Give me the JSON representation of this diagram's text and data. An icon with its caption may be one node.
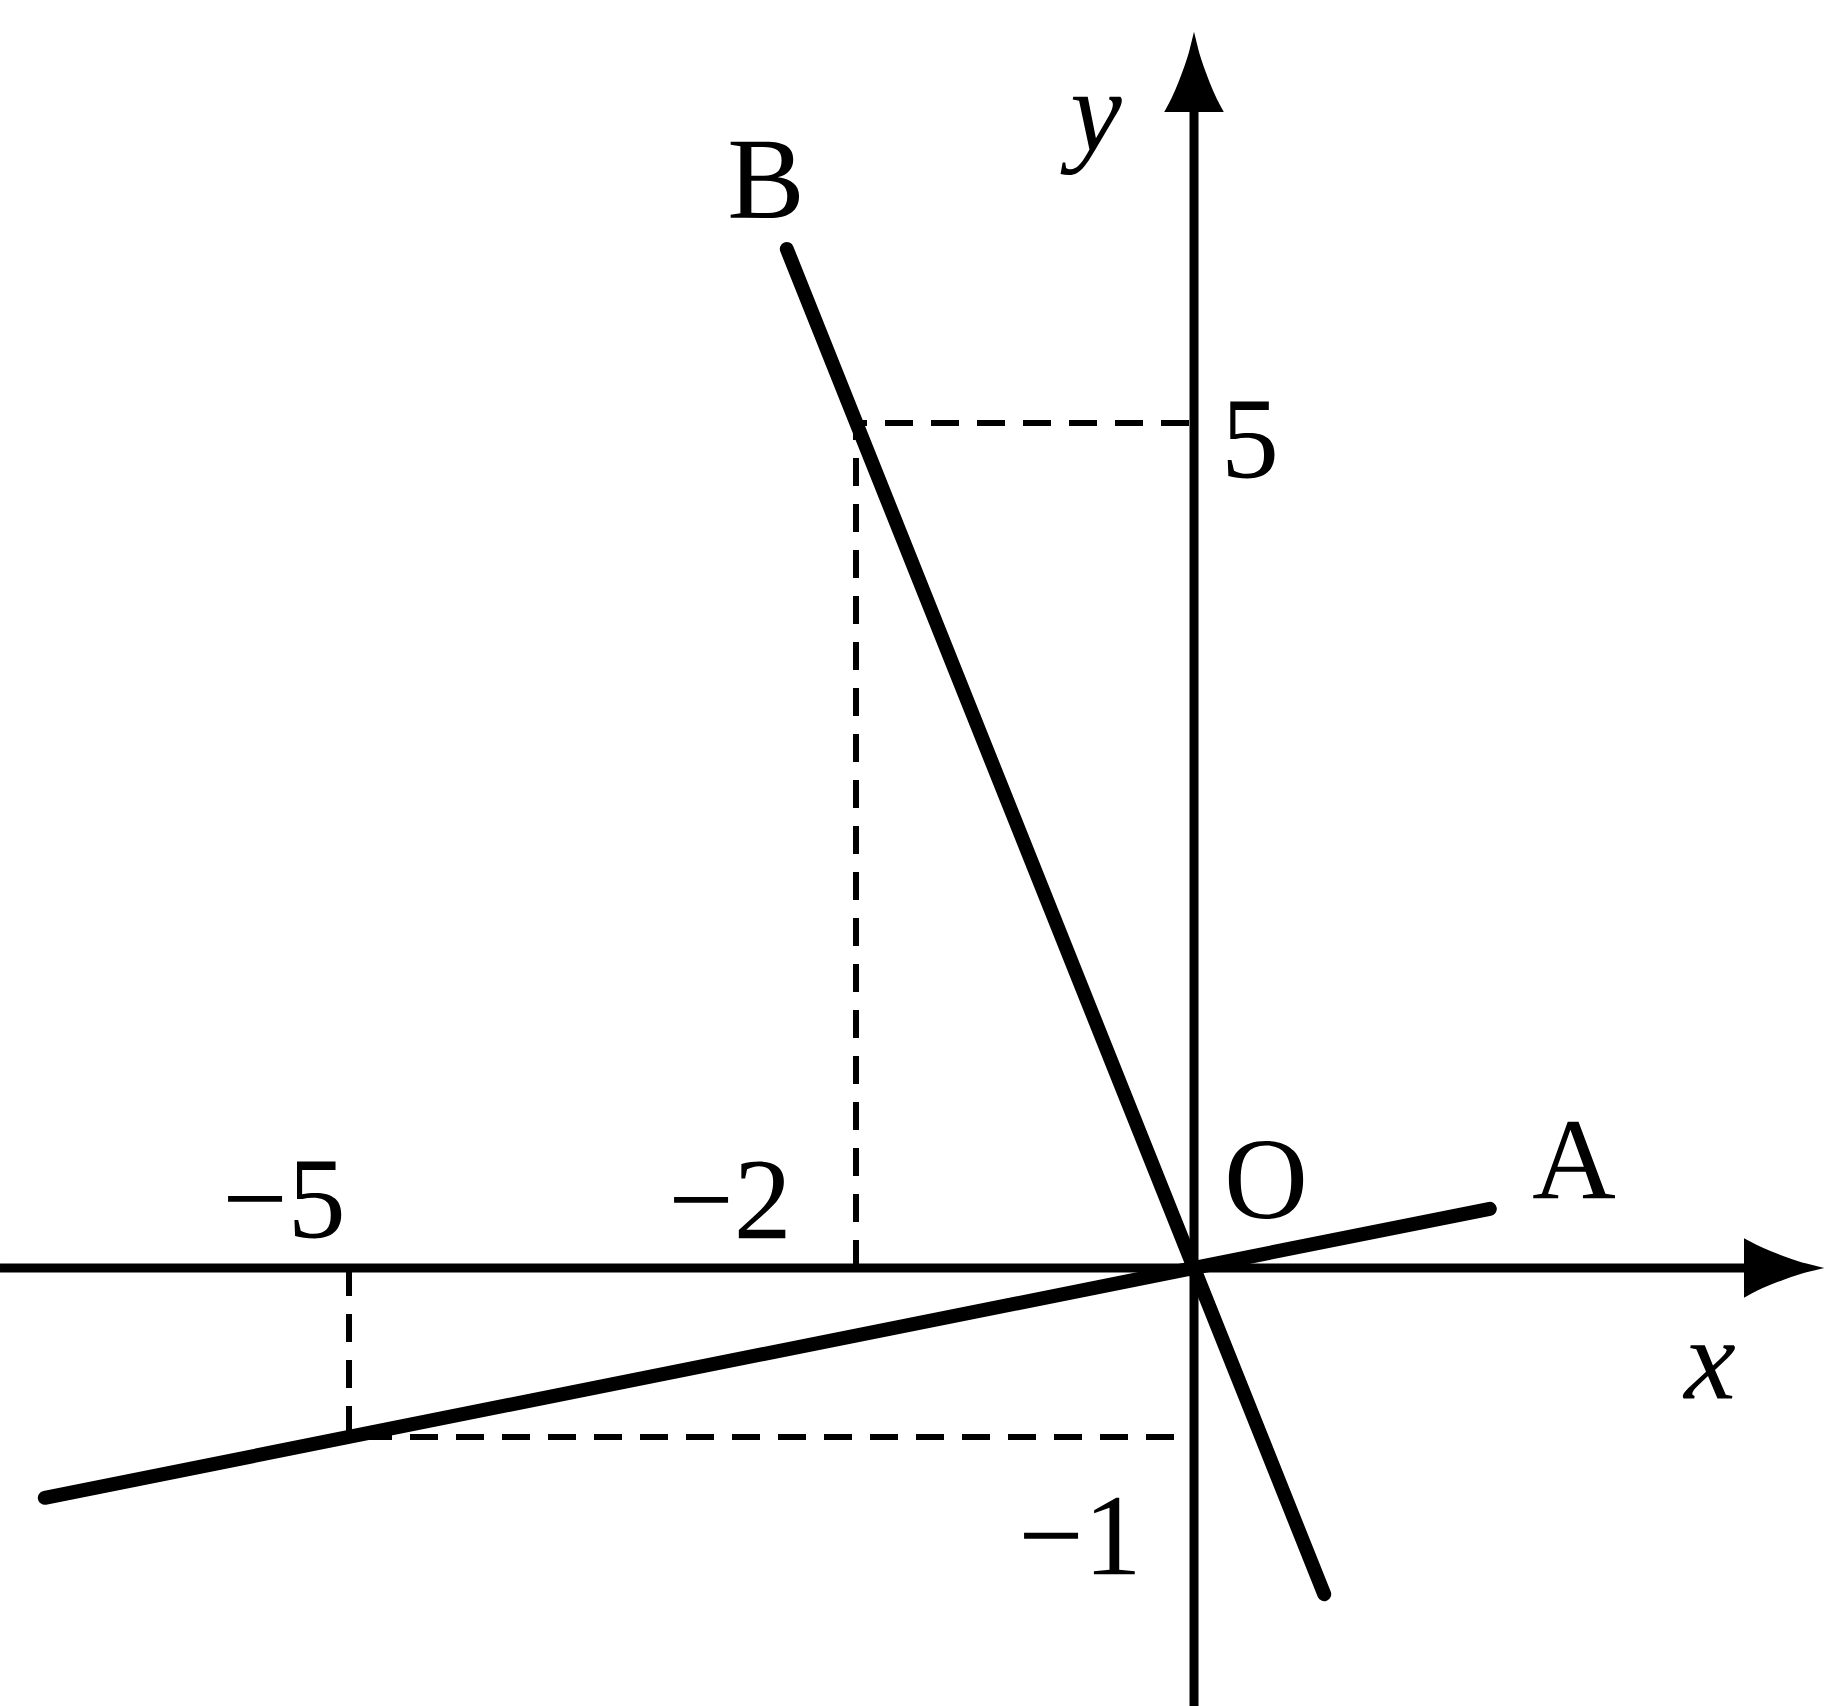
{
  "diagram": {
    "labels": [
      "y",
      "B",
      "5",
      "−5",
      "−2",
      "O",
      "A",
      "x",
      "−1"
    ]
  }
}
